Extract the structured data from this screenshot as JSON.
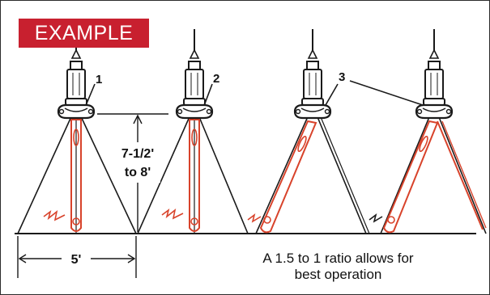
{
  "badge": {
    "label": "EXAMPLE",
    "color": "#c8202f"
  },
  "callouts": {
    "one": "1",
    "two": "2",
    "three": "3"
  },
  "dimensions": {
    "height_line1": "7-1/2'",
    "height_line2": "to 8'",
    "width": "5'"
  },
  "caption": {
    "line1": "A 1.5 to 1 ratio allows for",
    "line2": "best operation"
  },
  "colors": {
    "rope": "#d8432b",
    "line": "#1a1a1a"
  }
}
